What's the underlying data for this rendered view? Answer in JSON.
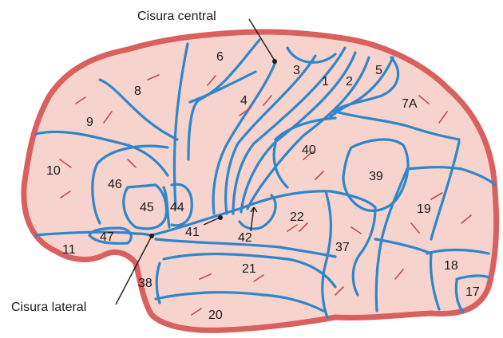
{
  "labels": {
    "central_sulcus": "Cisura central",
    "lateral_sulcus": "Cisura lateral"
  },
  "areas": {
    "a1": "1",
    "a2": "2",
    "a3": "3",
    "a4": "4",
    "a5": "5",
    "a6": "6",
    "a7a": "7A",
    "a8": "8",
    "a9": "9",
    "a10": "10",
    "a11": "11",
    "a17": "17",
    "a18": "18",
    "a19": "19",
    "a20": "20",
    "a21": "21",
    "a22": "22",
    "a37": "37",
    "a38": "38",
    "a39": "39",
    "a40": "40",
    "a41": "41",
    "a42": "42",
    "a44": "44",
    "a45": "45",
    "a46": "46",
    "a47": "47"
  },
  "colors": {
    "cortex_fill": "#f7d3cd",
    "outline": "#d9605f",
    "sulcus": "#2f86c9",
    "vessel": "#c94a4a"
  }
}
